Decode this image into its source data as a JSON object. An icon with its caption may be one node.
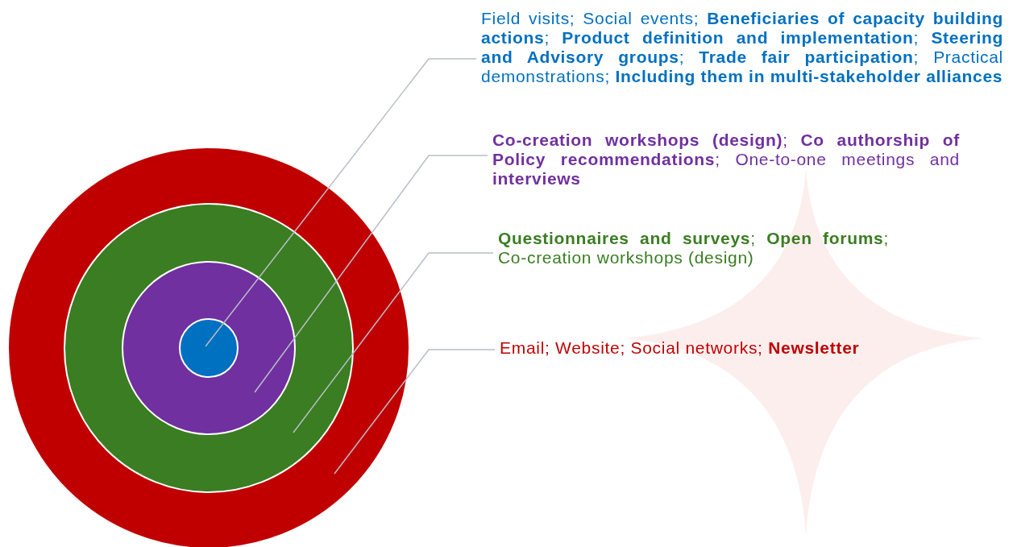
{
  "diagram": {
    "nodes": [
      {
        "text": [],
        "shape": "circle"
      },
      {
        "text": [],
        "shape": "circle",
        "in": 0
      },
      {
        "text": [],
        "shape": "circle",
        "in": 1
      },
      {
        "text": [],
        "shape": "circle",
        "in": 2
      },
      {
        "text": [
          "Field visits; Social events; **Beneficiaries of capacity building actions**; **Product definition and implementation**; **Steering and Advisory groups**; **Trade fair participation**; Practical demonstrations; **Including them in multi-stakeholder alliances**"
        ]
      },
      {
        "text": [
          "**Co-creation workshops (design)**; **Co authorship of Policy recommendations**; One-to-one meetings and **interviews**"
        ]
      },
      {
        "text": [
          "**Questionnaires and surveys**; **Open forums**; Co-creation workshops (design)"
        ]
      },
      {
        "text": [
          "Email; Website; Social networks; **Newsletter**"
        ]
      },
      {
        "text": [],
        "shape": "star"
      }
    ],
    "edges": [
      {
        "from": 4,
        "to": 3,
        "arrow": "none"
      },
      {
        "from": 5,
        "to": 2,
        "arrow": "none"
      },
      {
        "from": 6,
        "to": 1,
        "arrow": "none"
      },
      {
        "from": 7,
        "to": 0,
        "arrow": "none"
      }
    ]
  }
}
